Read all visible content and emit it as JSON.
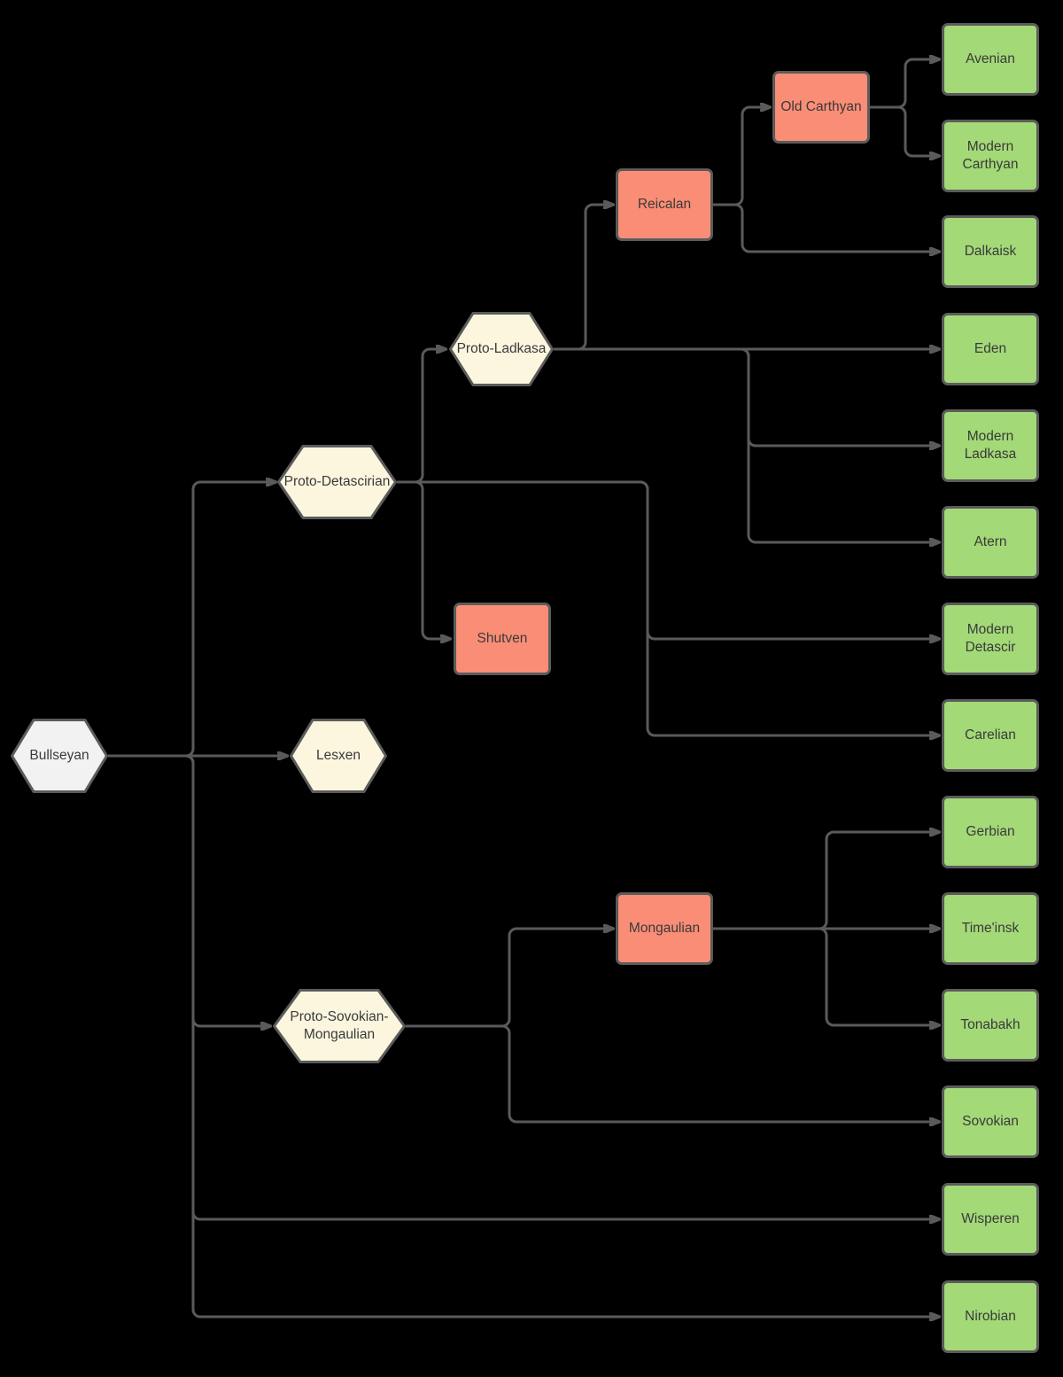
{
  "diagram": {
    "description": "Language family tree flowchart on black background",
    "colors": {
      "background": "#000000",
      "connector": "#5A5A5A",
      "node_border": "#5B5B5B",
      "label_text": "#3A3A3A",
      "hexagon_cream_fill": "#FCF6DF",
      "hexagon_gray_fill": "#F2F2F2",
      "salmon_fill": "#FA8D76",
      "green_fill": "#A3D977"
    },
    "nodes": {
      "bullseyan": {
        "label": "Bullseyan",
        "shape": "hexagon",
        "fill": "#F2F2F2"
      },
      "proto_detascirian": {
        "label": "Proto-Detascirian",
        "shape": "hexagon",
        "fill": "#FCF6DF"
      },
      "proto_ladkasa": {
        "label": "Proto-Ladkasa",
        "shape": "hexagon",
        "fill": "#FCF6DF"
      },
      "lesxen": {
        "label": "Lesxen",
        "shape": "hexagon",
        "fill": "#FCF6DF"
      },
      "proto_sovokian_mongaulian": {
        "label": "Proto-Sovokian-Mongaulian",
        "shape": "hexagon",
        "fill": "#FCF6DF"
      },
      "reicalan": {
        "label": "Reicalan",
        "shape": "rectangle",
        "fill": "#FA8D76"
      },
      "old_carthyan": {
        "label": "Old Carthyan",
        "shape": "rectangle",
        "fill": "#FA8D76"
      },
      "shutven": {
        "label": "Shutven",
        "shape": "rectangle",
        "fill": "#FA8D76"
      },
      "mongaulian": {
        "label": "Mongaulian",
        "shape": "rectangle",
        "fill": "#FA8D76"
      },
      "avenian": {
        "label": "Avenian",
        "shape": "rectangle",
        "fill": "#A3D977"
      },
      "modern_carthyan": {
        "label": "Modern Carthyan",
        "shape": "rectangle",
        "fill": "#A3D977"
      },
      "dalkaisk": {
        "label": "Dalkaisk",
        "shape": "rectangle",
        "fill": "#A3D977"
      },
      "eden": {
        "label": "Eden",
        "shape": "rectangle",
        "fill": "#A3D977"
      },
      "modern_ladkasa": {
        "label": "Modern Ladkasa",
        "shape": "rectangle",
        "fill": "#A3D977"
      },
      "atern": {
        "label": "Atern",
        "shape": "rectangle",
        "fill": "#A3D977"
      },
      "modern_detascir": {
        "label": "Modern Detascir",
        "shape": "rectangle",
        "fill": "#A3D977"
      },
      "carelian": {
        "label": "Carelian",
        "shape": "rectangle",
        "fill": "#A3D977"
      },
      "gerbian": {
        "label": "Gerbian",
        "shape": "rectangle",
        "fill": "#A3D977"
      },
      "timeinsk": {
        "label": "Time'insk",
        "shape": "rectangle",
        "fill": "#A3D977"
      },
      "tonabakh": {
        "label": "Tonabakh",
        "shape": "rectangle",
        "fill": "#A3D977"
      },
      "sovokian": {
        "label": "Sovokian",
        "shape": "rectangle",
        "fill": "#A3D977"
      },
      "wisperen": {
        "label": "Wisperen",
        "shape": "rectangle",
        "fill": "#A3D977"
      },
      "nirobian": {
        "label": "Nirobian",
        "shape": "rectangle",
        "fill": "#A3D977"
      }
    },
    "edges": [
      {
        "from": "bullseyan",
        "to": "proto_detascirian"
      },
      {
        "from": "bullseyan",
        "to": "lesxen"
      },
      {
        "from": "bullseyan",
        "to": "proto_sovokian_mongaulian"
      },
      {
        "from": "bullseyan",
        "to": "wisperen"
      },
      {
        "from": "bullseyan",
        "to": "nirobian"
      },
      {
        "from": "proto_detascirian",
        "to": "proto_ladkasa"
      },
      {
        "from": "proto_detascirian",
        "to": "shutven"
      },
      {
        "from": "proto_detascirian",
        "to": "modern_detascir"
      },
      {
        "from": "proto_detascirian",
        "to": "carelian"
      },
      {
        "from": "proto_ladkasa",
        "to": "reicalan"
      },
      {
        "from": "proto_ladkasa",
        "to": "eden"
      },
      {
        "from": "proto_ladkasa",
        "to": "modern_ladkasa"
      },
      {
        "from": "proto_ladkasa",
        "to": "atern"
      },
      {
        "from": "reicalan",
        "to": "old_carthyan"
      },
      {
        "from": "reicalan",
        "to": "dalkaisk"
      },
      {
        "from": "old_carthyan",
        "to": "avenian"
      },
      {
        "from": "old_carthyan",
        "to": "modern_carthyan"
      },
      {
        "from": "proto_sovokian_mongaulian",
        "to": "mongaulian"
      },
      {
        "from": "proto_sovokian_mongaulian",
        "to": "sovokian"
      },
      {
        "from": "mongaulian",
        "to": "gerbian"
      },
      {
        "from": "mongaulian",
        "to": "timeinsk"
      },
      {
        "from": "mongaulian",
        "to": "tonabakh"
      }
    ]
  }
}
